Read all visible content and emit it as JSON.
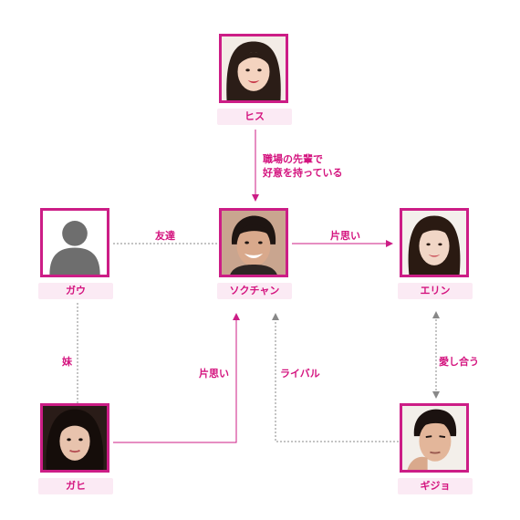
{
  "colors": {
    "accent": "#cc1d86",
    "label": "#d4147f",
    "dotted": "#888888",
    "name_bg": "#fbeaf4"
  },
  "nodes": {
    "hisu": {
      "name": "ヒス",
      "icon": "woman-portrait-icon"
    },
    "gau": {
      "name": "ガウ",
      "icon": "person-silhouette-icon"
    },
    "sokuchan": {
      "name": "ソクチャン",
      "icon": "man-portrait-icon"
    },
    "erin": {
      "name": "エリン",
      "icon": "woman-portrait-icon"
    },
    "gahi": {
      "name": "ガヒ",
      "icon": "woman-portrait-icon"
    },
    "gijo": {
      "name": "ギジョ",
      "icon": "man-portrait-icon"
    }
  },
  "relations": {
    "hisu_sokuchan_1": "職場の先輩で",
    "hisu_sokuchan_2": "好意を持っている",
    "friend": "友達",
    "sokuchan_erin": "片思い",
    "sister": "妹",
    "gahi_sokuchan": "片思い",
    "rival": "ライバル",
    "mutual": "愛し合う"
  }
}
